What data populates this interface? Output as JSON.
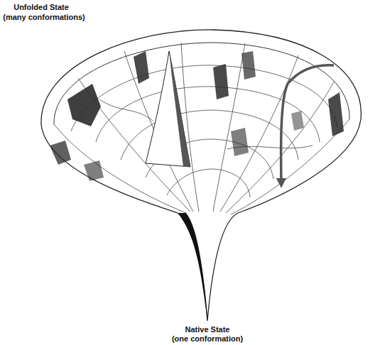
{
  "diagram": {
    "labels": [
      "Unfolded State",
      "(many conformations)",
      "Native State",
      "(one conformation)"
    ]
  }
}
